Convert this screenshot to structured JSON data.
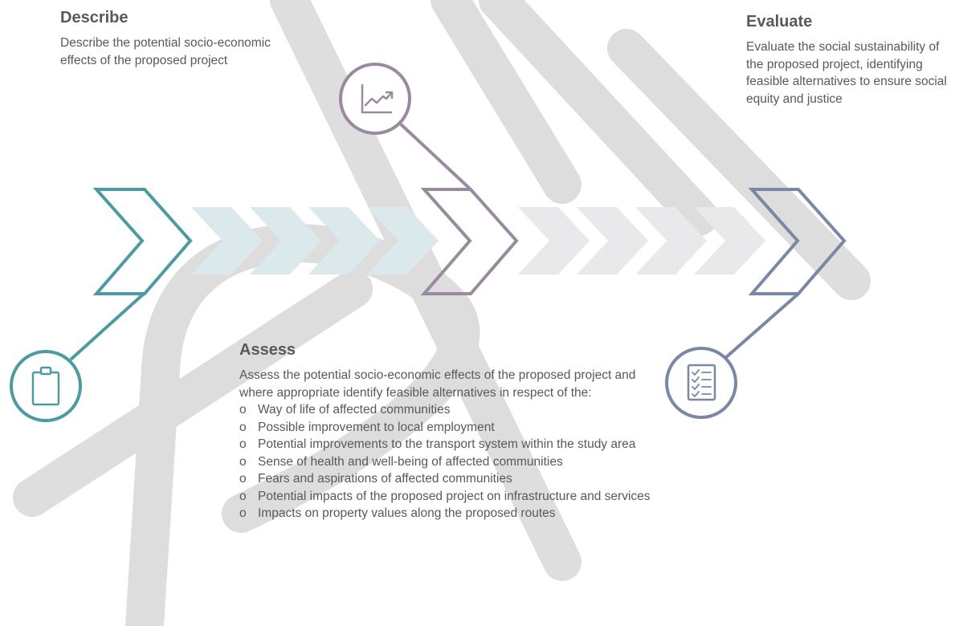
{
  "describe": {
    "heading": "Describe",
    "text": "Describe the potential socio-economic effects of the proposed project",
    "color": "#4e9aa3"
  },
  "assess": {
    "heading": "Assess",
    "intro": "Assess the potential socio-economic effects of the proposed project  and where appropriate identify feasible alternatives in respect of the:",
    "bullet_marker": "o",
    "items": [
      "Way of life of affected communities",
      "Possible improvement to local employment",
      "Potential improvements to the transport system within the study area",
      "Sense of health and well-being of affected communities",
      "Fears and aspirations of affected communities",
      "Potential impacts of the proposed project on infrastructure and services",
      "Impacts on property values along the proposed routes"
    ],
    "color": "#9a8aa0"
  },
  "evaluate": {
    "heading": "Evaluate",
    "text": "Evaluate the social sustainability of the proposed project, identifying feasible alternatives to ensure social equity and justice",
    "color": "#7a88a6"
  },
  "icons": {
    "describe": "clipboard-icon",
    "assess": "trending-chart-icon",
    "evaluate": "checklist-icon"
  },
  "faded_colors": {
    "teal": "#dce9ec",
    "grey": "#e9e9ec",
    "watermark": "#dcdcdc"
  }
}
